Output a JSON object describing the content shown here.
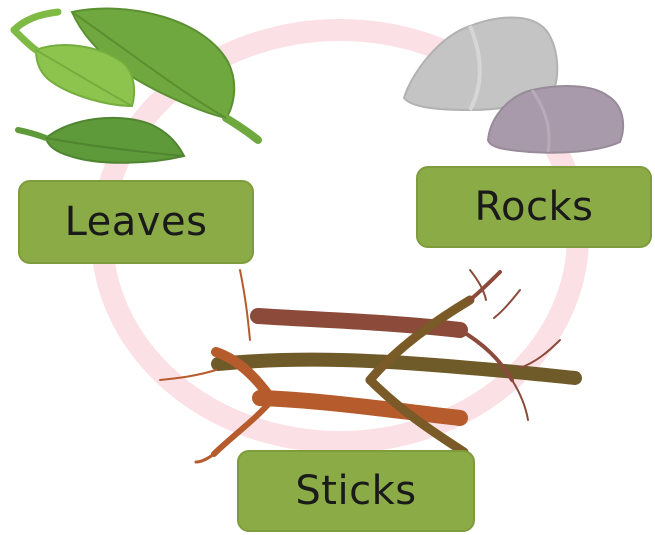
{
  "labels": {
    "leaves": "Leaves",
    "rocks": "Rocks",
    "sticks": "Sticks"
  },
  "icons": {
    "leaves": "leaves-icon",
    "rocks": "rocks-icon",
    "sticks": "sticks-icon"
  },
  "colors": {
    "cycle_ring": "#fbe0e6",
    "label_box": "#8aab45",
    "leaf_green": "#6fa83e",
    "rock_gray": "#c4c4c4",
    "rock_mauve": "#a89aaa",
    "stick_brown": "#8b4a3a"
  }
}
